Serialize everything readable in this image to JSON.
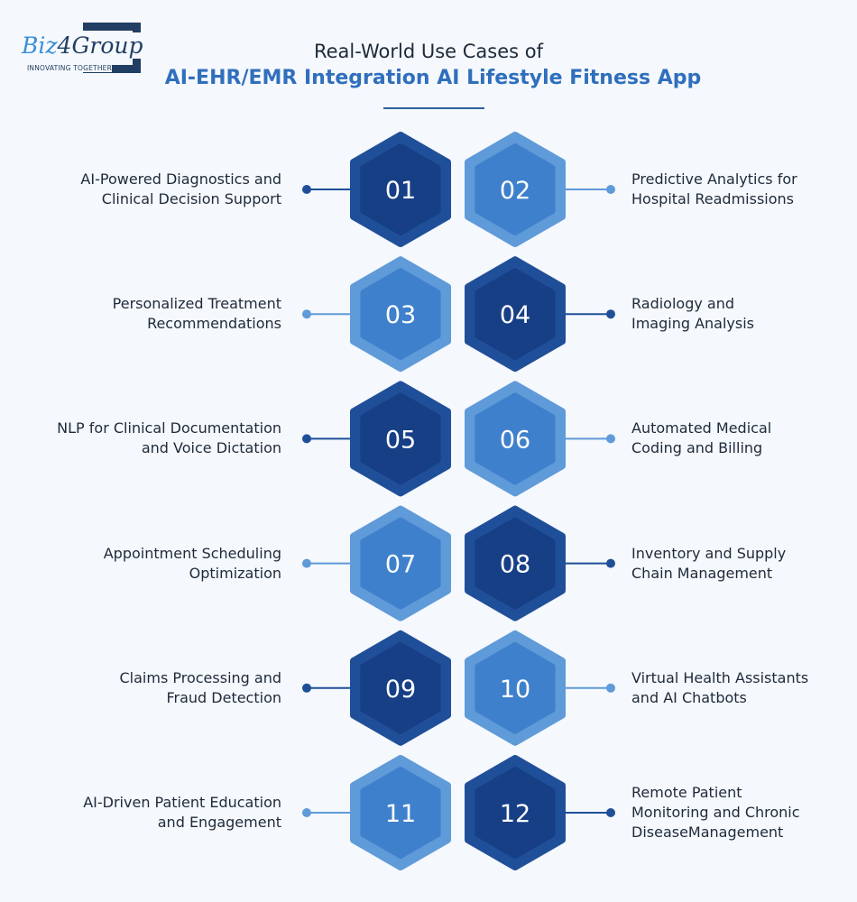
{
  "logo": {
    "brand_a": "Biz",
    "brand_b": "4Group",
    "tagline": "INNOVATING TOGETHER"
  },
  "header": {
    "title_line1": "Real-World Use Cases of",
    "title_line2": "AI-EHR/EMR Integration AI Lifestyle Fitness App"
  },
  "colors": {
    "dark": "#1f4f99",
    "dark_inner": "#173f86",
    "light": "#5f9ad9",
    "light_inner": "#3f80cc",
    "accent": "#2f6fbd"
  },
  "items": [
    {
      "num": "01",
      "side": "left",
      "tone": "dark",
      "lines": [
        "AI-Powered Diagnostics and",
        "Clinical Decision Support"
      ]
    },
    {
      "num": "02",
      "side": "right",
      "tone": "light",
      "lines": [
        "Predictive Analytics for",
        "Hospital Readmissions"
      ]
    },
    {
      "num": "03",
      "side": "left",
      "tone": "light",
      "lines": [
        "Personalized Treatment",
        "Recommendations"
      ]
    },
    {
      "num": "04",
      "side": "right",
      "tone": "dark",
      "lines": [
        "Radiology and",
        "Imaging Analysis"
      ]
    },
    {
      "num": "05",
      "side": "left",
      "tone": "dark",
      "lines": [
        "NLP for Clinical Documentation",
        "and Voice Dictation"
      ]
    },
    {
      "num": "06",
      "side": "right",
      "tone": "light",
      "lines": [
        "Automated Medical",
        "Coding and Billing"
      ]
    },
    {
      "num": "07",
      "side": "left",
      "tone": "light",
      "lines": [
        "Appointment Scheduling",
        "Optimization"
      ]
    },
    {
      "num": "08",
      "side": "right",
      "tone": "dark",
      "lines": [
        "Inventory and Supply",
        "Chain Management"
      ]
    },
    {
      "num": "09",
      "side": "left",
      "tone": "dark",
      "lines": [
        "Claims Processing and",
        "Fraud Detection"
      ]
    },
    {
      "num": "10",
      "side": "right",
      "tone": "light",
      "lines": [
        "Virtual Health Assistants",
        "and AI Chatbots"
      ]
    },
    {
      "num": "11",
      "side": "left",
      "tone": "light",
      "lines": [
        "AI-Driven Patient Education",
        "and Engagement"
      ]
    },
    {
      "num": "12",
      "side": "right",
      "tone": "dark",
      "lines": [
        "Remote Patient",
        "Monitoring and Chronic",
        "DiseaseManagement"
      ]
    }
  ]
}
